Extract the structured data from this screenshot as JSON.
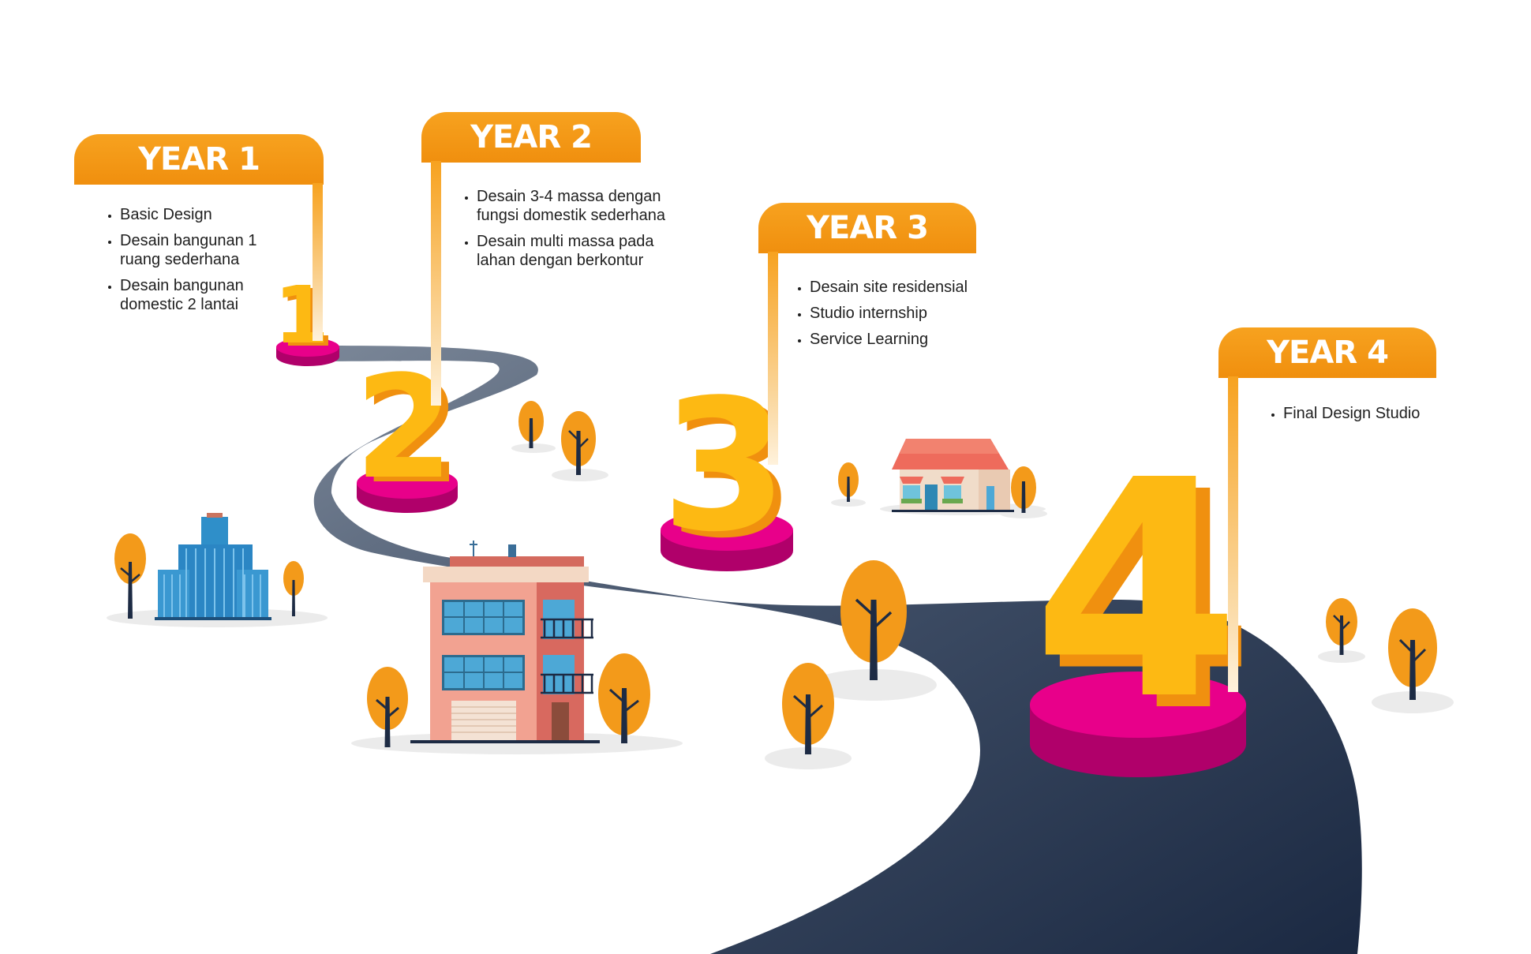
{
  "years": [
    {
      "title": "YEAR 1",
      "number": "1",
      "items": [
        "Basic Design",
        "Desain bangunan 1 ruang sederhana",
        "Desain bangunan domestic 2 lantai"
      ]
    },
    {
      "title": "YEAR 2",
      "number": "2",
      "items": [
        "Desain 3-4 massa dengan fungsi domestik sederhana",
        "Desain multi massa pada lahan dengan berkontur"
      ]
    },
    {
      "title": "YEAR 3",
      "number": "3",
      "items": [
        "Desain site residensial",
        "Studio internship",
        "Service Learning"
      ]
    },
    {
      "title": "YEAR 4",
      "number": "4",
      "items": [
        "Final Design Studio"
      ]
    }
  ],
  "colors": {
    "orange": "#f39a1a",
    "number_face": "#fdb913",
    "number_side": "#f0900f",
    "pedestal": "#e8008a",
    "pedestal_side": "#b0006a",
    "road_light": "#6f7d90",
    "road_dark": "#1d2b44",
    "tree": "#f39a1a",
    "trunk": "#1d2b44"
  },
  "icons": [
    "tree-icon",
    "office-tower-icon",
    "apartment-building-icon",
    "house-shop-icon"
  ]
}
